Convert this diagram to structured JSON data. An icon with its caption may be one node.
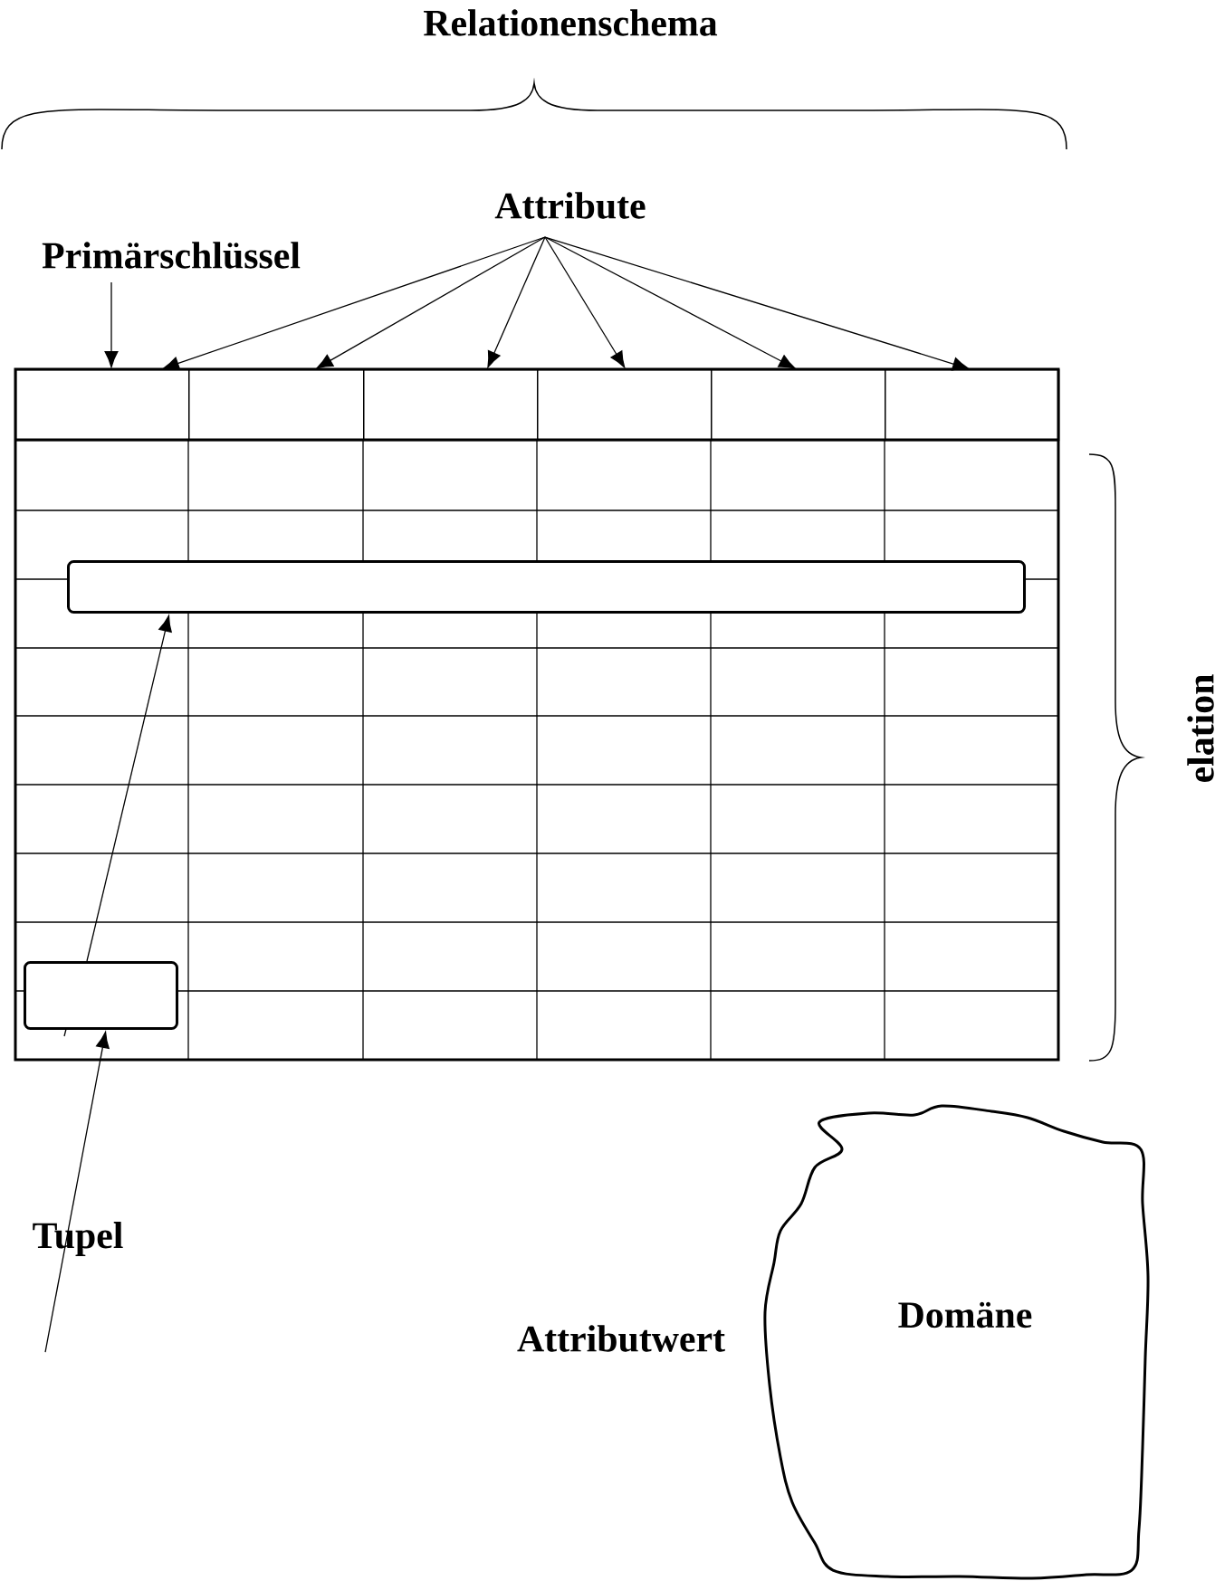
{
  "diagram": {
    "nodes": [
      {
        "text": [
          "Attribute"
        ]
      },
      {
        "text": [
          "Primärschlüssel"
        ]
      },
      {
        "text": [],
        "shape": "box"
      },
      {
        "text": [],
        "shape": "box"
      },
      {
        "text": [],
        "shape": "box"
      },
      {
        "text": [],
        "shape": "box"
      },
      {
        "text": [],
        "shape": "box"
      },
      {
        "text": [],
        "shape": "box"
      },
      {
        "text": [],
        "shape": "box"
      },
      {
        "text": [],
        "shape": "box"
      },
      {
        "text": [
          "Domäne"
        ]
      }
    ],
    "edges": [
      {
        "from": 1,
        "to": 2,
        "arrow": "to"
      },
      {
        "from": 0,
        "to": 2,
        "arrow": "to"
      },
      {
        "from": 0,
        "to": 3,
        "arrow": "to"
      },
      {
        "from": 0,
        "to": 4,
        "arrow": "to"
      },
      {
        "from": 0,
        "to": 5,
        "arrow": "to"
      },
      {
        "from": 0,
        "to": 6,
        "arrow": "to"
      },
      {
        "from": 0,
        "to": 7,
        "arrow": "to"
      },
      {
        "from": null,
        "to": 9,
        "arrow": "to"
      },
      {
        "from": 9,
        "to": 8,
        "arrow": "to"
      }
    ],
    "labels": [
      "Relationenschema",
      "elation",
      "Tupel",
      "Attributwert"
    ]
  }
}
